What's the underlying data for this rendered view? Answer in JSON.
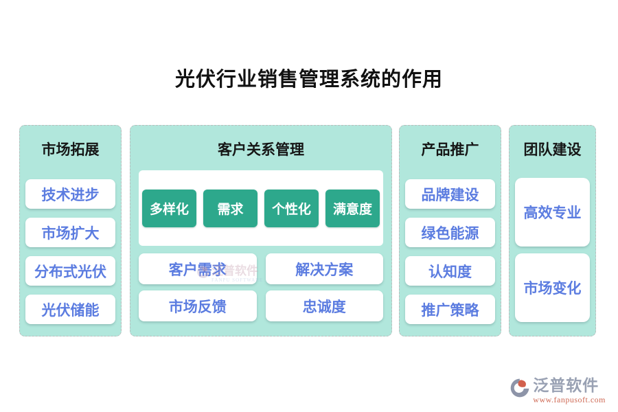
{
  "title": "光伏行业销售管理系统的作用",
  "colors": {
    "column_bg": "#b1e7dc",
    "badge_green": "#2da88c",
    "pill_text_blue": "#5b7ce0",
    "header_text": "#161616",
    "watermark_gray": "#99a1b3",
    "watermark_orange": "#cf6a55"
  },
  "columns": [
    {
      "header": "市场拓展",
      "items": [
        "技术进步",
        "市场扩大",
        "分布式光伏",
        "光伏储能"
      ]
    },
    {
      "header": "客户关系管理",
      "badges": [
        "多样化",
        "需求",
        "个性化",
        "满意度"
      ],
      "items": [
        "客户需求",
        "解决方案",
        "市场反馈",
        "忠诚度"
      ]
    },
    {
      "header": "产品推广",
      "items": [
        "品牌建设",
        "绿色能源",
        "认知度",
        "推广策略"
      ]
    },
    {
      "header": "团队建设",
      "items": [
        "高效专业",
        "市场变化"
      ]
    }
  ],
  "watermark": {
    "center_brand": "泛普软件",
    "center_sub": "FANPU SOFTWARE",
    "brand": "泛普软件",
    "url": "www.fanpusoft.com"
  }
}
